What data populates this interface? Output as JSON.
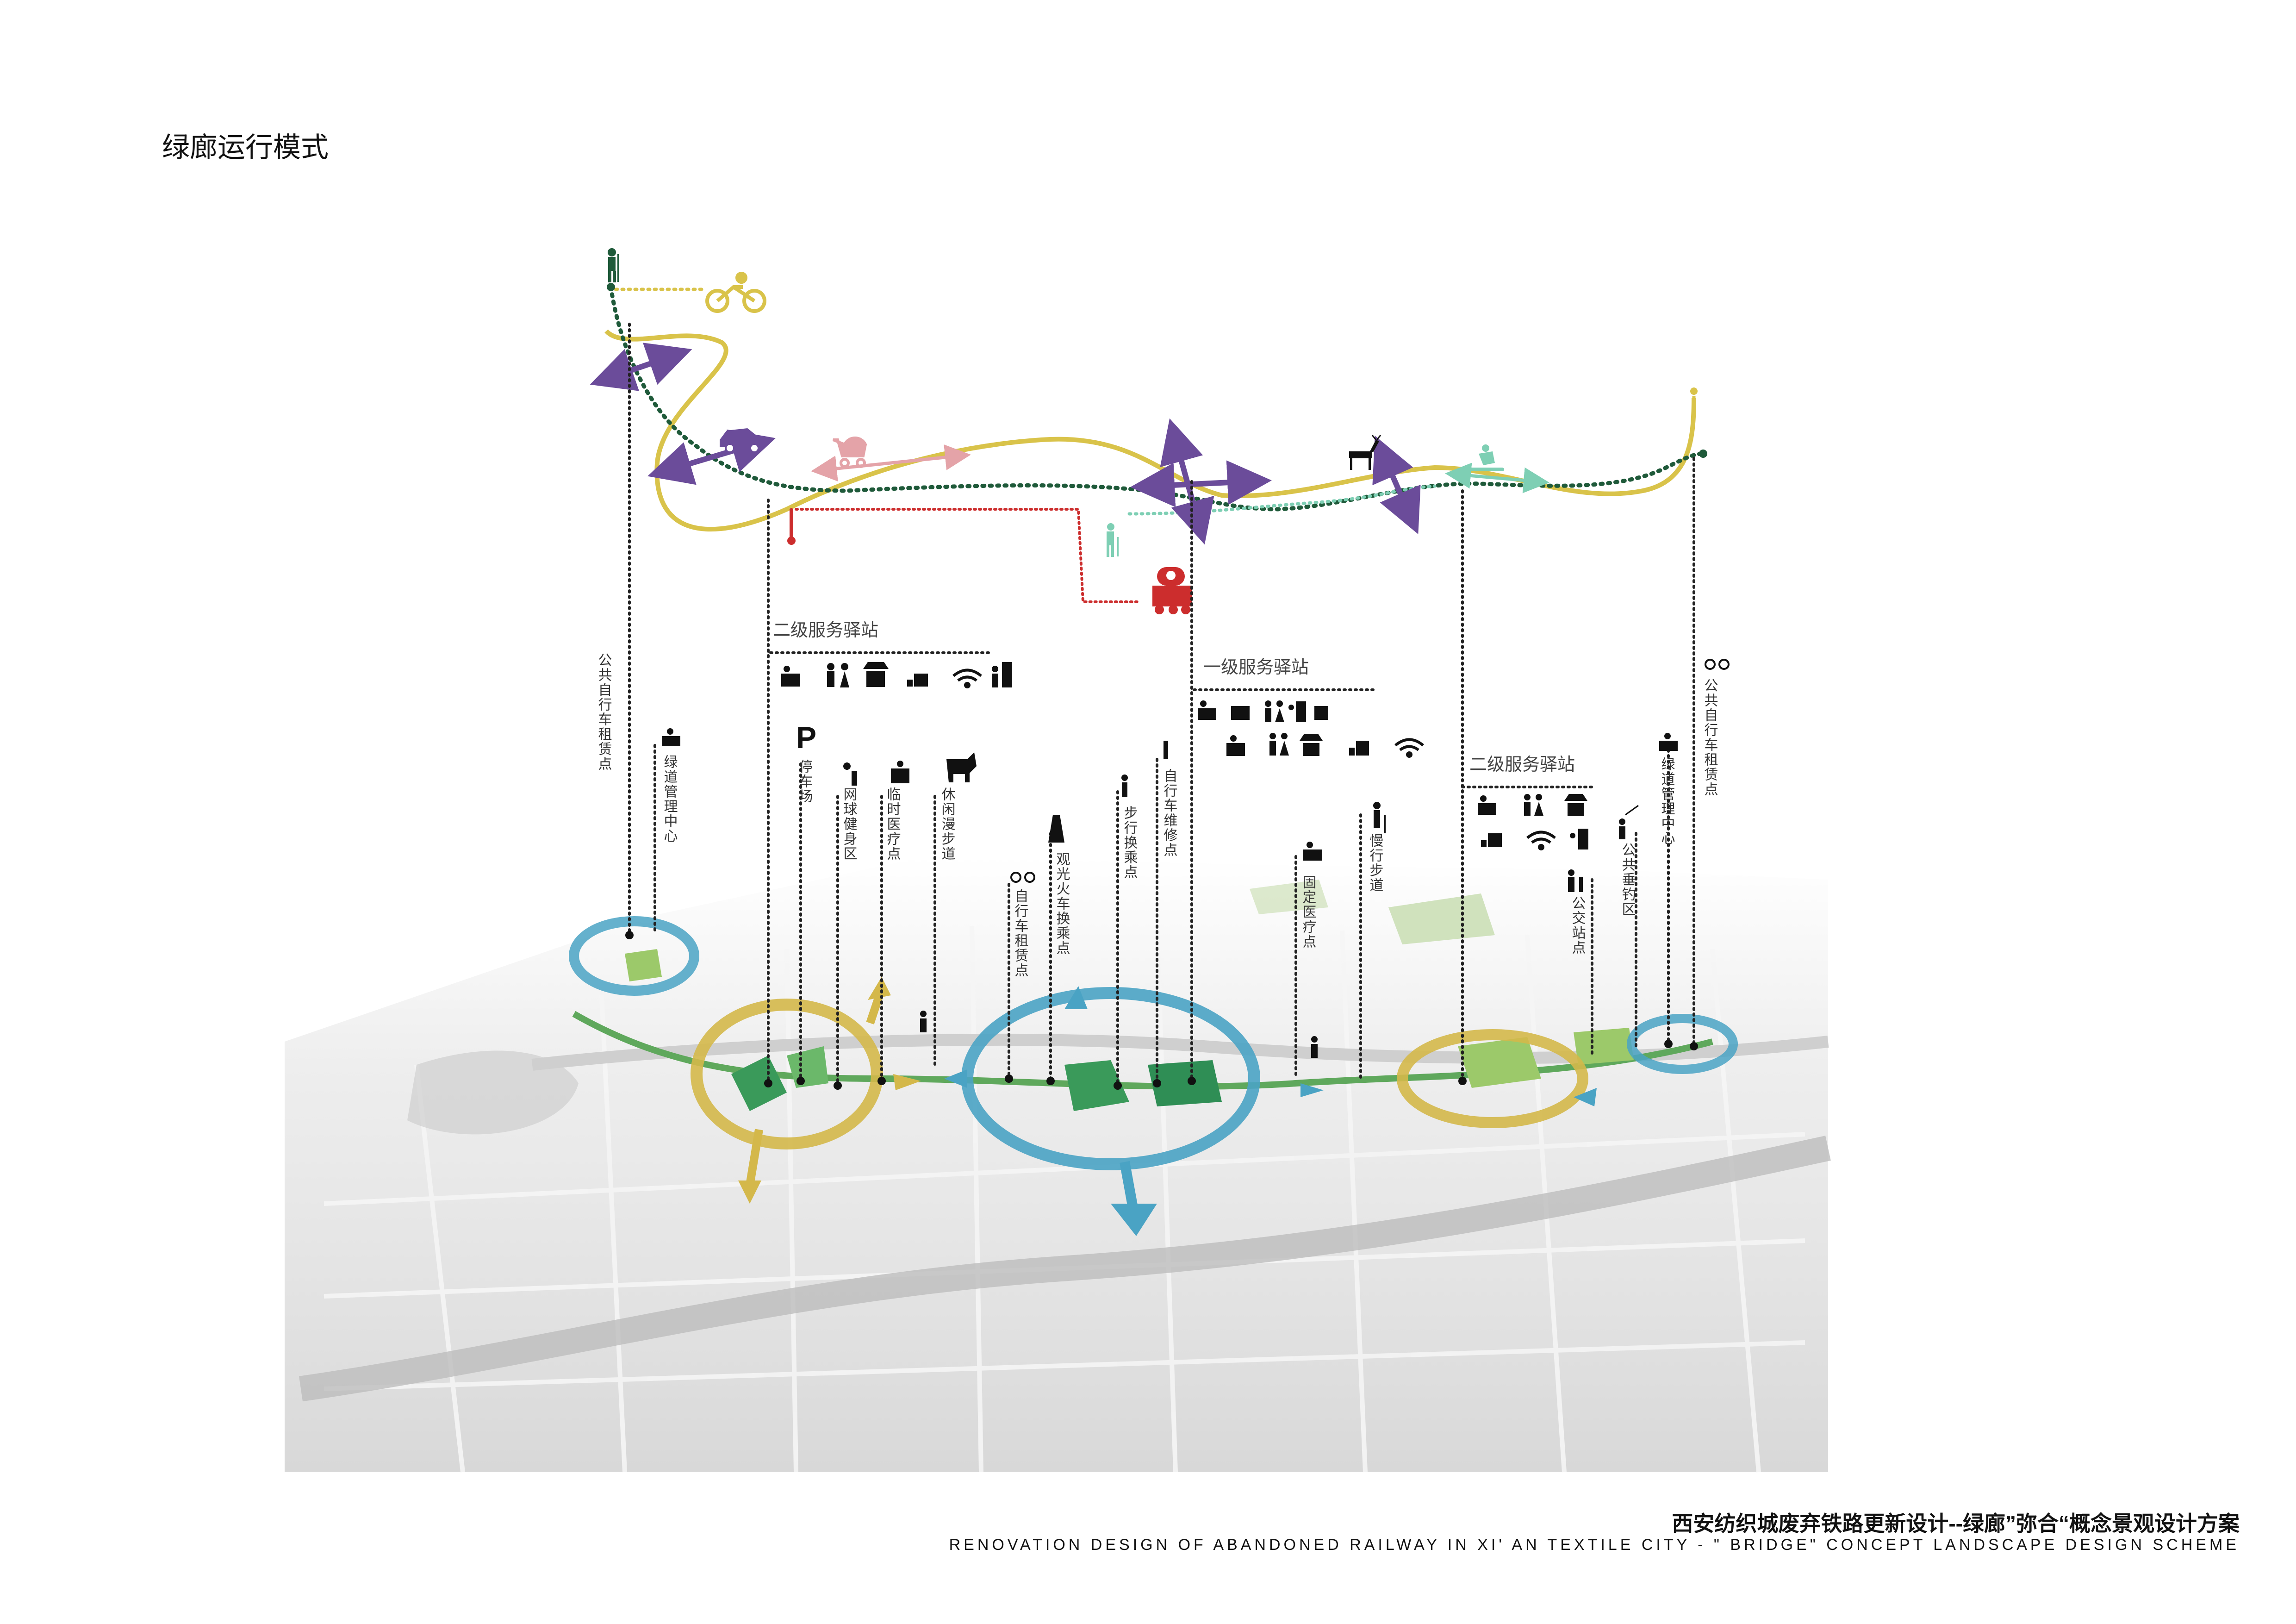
{
  "page": {
    "title": "绿廊运行模式"
  },
  "stations": {
    "secondary_left": "二级服务驿站",
    "primary": "一级服务驿站",
    "secondary_right": "二级服务驿站"
  },
  "poi_labels": {
    "bike_rental_left": "公共自行车租赁点",
    "greenway_mgmt_left": "绿道管理中心",
    "parking_p": "P",
    "parking": "停车场",
    "tennis_fitness": "网球健身区",
    "temp_medical": "临时医疗点",
    "leisure_walk": "休闲漫步道",
    "bike_rental_mid": "自行车租赁点",
    "sightseeing_train": "观光火车换乘点",
    "walking_transfer": "步行换乘点",
    "bike_repair": "自行车维修点",
    "fixed_medical": "固定医疗点",
    "slow_walk": "慢行步道",
    "bus_stop": "公交站点",
    "fishing": "公共垂钓区",
    "greenway_mgmt_right": "绿道管理中心",
    "bike_rental_right": "公共自行车租赁点"
  },
  "route_icons": [
    "hiker-icon",
    "bicycle-icon",
    "car-icon",
    "stroller-icon",
    "elderly-icon",
    "train-icon",
    "deer-icon",
    "skateboard-icon",
    "bicycle-small-icon"
  ],
  "colors": {
    "yellow": "#d9c34a",
    "dark_green": "#1f5a3a",
    "purple": "#6b4c9a",
    "pink": "#e4a3a8",
    "red": "#cc2d2d",
    "teal_light": "#7ecfb4",
    "blue": "#4aa3c4",
    "gold_ring": "#d4b84a",
    "green_patch": "#5fa85c",
    "light_green": "#9cc96a"
  },
  "footer": {
    "cn": "西安纺织城废弃铁路更新设计--绿廊”弥合“概念景观设计方案",
    "en": "RENOVATION DESIGN OF ABANDONED RAILWAY IN XI' AN TEXTILE CITY - \" BRIDGE\" CONCEPT LANDSCAPE DESIGN SCHEME"
  }
}
